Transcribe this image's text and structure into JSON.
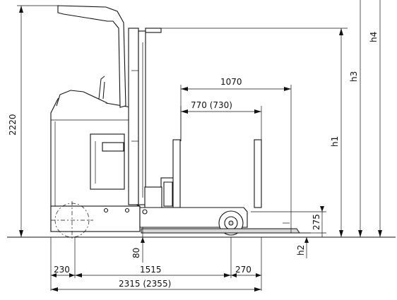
{
  "dimensions": {
    "overall_height": "2220",
    "fork_spread_outer": "1070",
    "fork_spread_inner": "770 (730)",
    "h1": "h1",
    "h3": "h3",
    "h4": "h4",
    "h2": "h2",
    "ground_clearance": "80",
    "fork_thickness": "275",
    "rear_overhang": "230",
    "wheelbase": "1515",
    "front_overhang": "270",
    "overall_length": "2315 (2355)"
  }
}
